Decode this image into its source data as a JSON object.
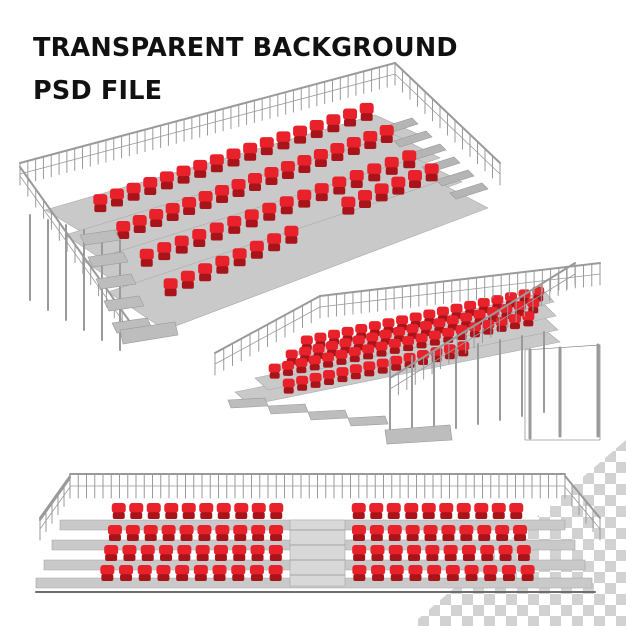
{
  "headline": {
    "line1": "TRANSPARENT BACKGROUND",
    "line2": "PSD FILE"
  },
  "colors": {
    "seat": "#e8212a",
    "seat_shade": "#a8141a",
    "steel": "#9a9a9a",
    "steel_dark": "#6e6e6e",
    "deck": "#c9c9c9",
    "checker_light": "#ffffff",
    "checker_dark": "#d2d2d2"
  },
  "icons": [
    "grandstand-top",
    "grandstand-middle",
    "grandstand-bottom",
    "transparency-checkerboard"
  ]
}
